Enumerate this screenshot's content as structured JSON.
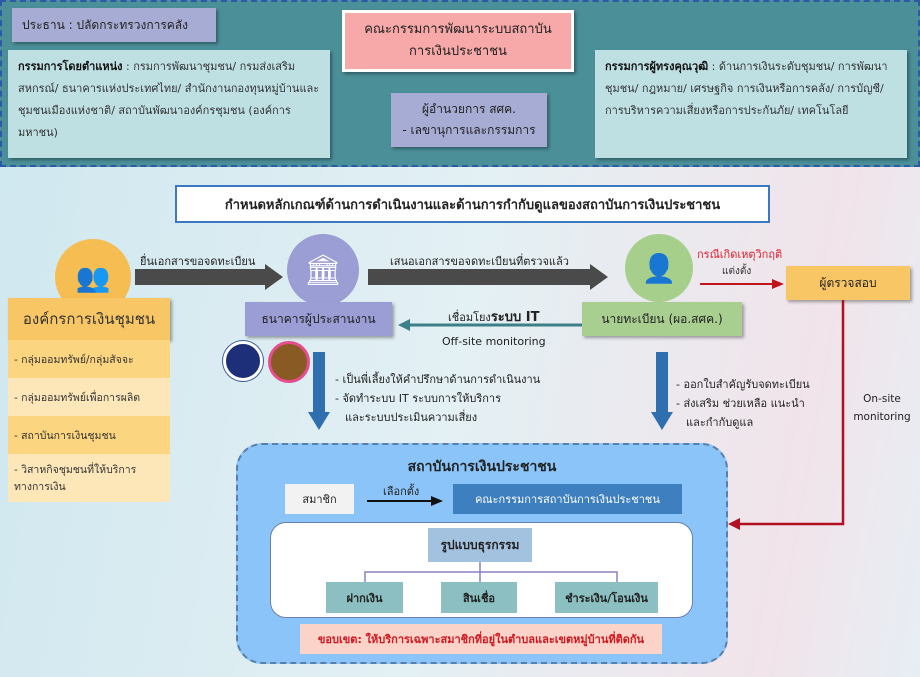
{
  "committee": {
    "chairman": "ประธาน : ปลัดกระทรวงการคลัง",
    "title": "คณะกรรมการพัฒนาระบบสถาบันการเงินประชาชน",
    "ex_officio_label": "กรรมการโดยตำแหน่ง",
    "ex_officio_text": " : กรมการพัฒนาชุมชน/ กรมส่งเสริมสหกรณ์/ ธนาคารแห่งประเทศไทย/ สำนักงานกองทุนหมู่บ้านและชุมชนเมืองแห่งชาติ/ สถาบันพัฒนาองค์กรชุมชน (องค์การมหาชน)",
    "director_line1": "ผู้อำนวยการ สศค.",
    "director_line2": "- เลขานุการและกรรมการ",
    "expert_label": "กรรมการผู้ทรงคุณวุฒิ",
    "expert_text": " : ด้านการเงินระดับชุมชน/ การพัฒนาชุมชน/ กฎหมาย/ เศรษฐกิจ การเงินหรือการคลัง/ การบัญชี/ การบริหารความเสี่ยงหรือการประกันภัย/ เทคโนโลยี"
  },
  "heading": "กำหนดหลักเกณฑ์ด้านการดำเนินงานและด้านการกำกับดูแลของสถาบันการเงินประชาชน",
  "org": {
    "title": "องค์กรการเงินชุมชน",
    "items": [
      "- กลุ่มออมทรัพย์/กลุ่มสัจจะ",
      "- กลุ่มออมทรัพย์เพื่อการผลิต",
      "- สถาบันการเงินชุมชน",
      "- วิสาหกิจชุมชนที่ให้บริการทางการเงิน"
    ]
  },
  "flow": {
    "submit": "ยื่นเอกสารขอจดทะเบียน",
    "bank": "ธนาคารผู้ประสานงาน",
    "forward": "เสนอเอกสารขอจดทะเบียนที่ตรวจแล้ว",
    "registrar": "นายทะเบียน (ผอ.สศค.)",
    "it_link_prefix": "เชื่อมโยง",
    "it_link_bold": "ระบบ IT",
    "offsite": "Off-site monitoring",
    "crisis": "กรณีเกิดเหตุวิกฤติ",
    "appoint": "แต่งตั้ง",
    "inspector": "ผู้ตรวจสอบ",
    "onsite": "On-site monitoring",
    "bank_duties": [
      "- เป็นพี่เลี้ยงให้คำปรึกษาด้านการดำเนินงาน",
      "- จัดทำระบบ IT ระบบการให้บริการ",
      "และระบบประเมินความเสี่ยง"
    ],
    "registrar_duties": [
      "- ออกใบสำคัญรับจดทะเบียน",
      "- ส่งเสริม ช่วยเหลือ แนะนำ",
      "และกำกับดูแล"
    ]
  },
  "institution": {
    "title": "สถาบันการเงินประชาชน",
    "member": "สมาชิก",
    "elect": "เลือกตั้ง",
    "board": "คณะกรรมการสถาบันการเงินประชาชน",
    "transactions": "รูปแบบธุรกรรม",
    "types": [
      "ฝากเงิน",
      "สินเชื่อ",
      "ชำระเงิน/โอนเงิน"
    ],
    "scope": "ขอบเขต: ให้บริการเฉพาะสมาชิกที่อยู่ในตำบลและเขตหมู่บ้านที่ติดกัน"
  },
  "colors": {
    "teal": "#4b8f98",
    "yellow": "#f8c664",
    "purple": "#9b9dd5",
    "green": "#a9cf90",
    "red": "#c0141c"
  }
}
